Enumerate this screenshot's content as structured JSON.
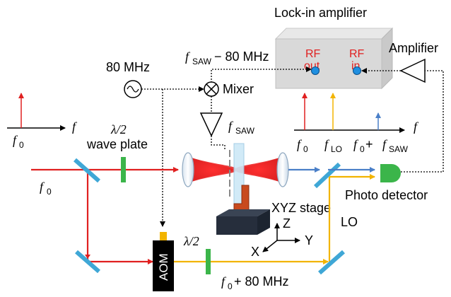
{
  "labels": {
    "lockin": "Lock-in amplifier",
    "rf_out_1": "RF",
    "rf_out_2": "out",
    "rf_in_1": "RF",
    "rf_in_2": "in",
    "amplifier": "Amplifier",
    "mixer": "Mixer",
    "osc_freq": "80 MHz",
    "mix_out_f": "f",
    "mix_out_sub": "SAW",
    "mix_out_rest": " − 80 MHz",
    "saw_f": "f",
    "saw_sub": "SAW",
    "spec1_axis": "f",
    "spec1_f0": "f",
    "spec1_f0_sub": "0",
    "halfwave_top": "λ/2",
    "waveplate": "wave plate",
    "beam_f0": "f",
    "beam_f0_sub": "0",
    "spec2_axis": "f",
    "spec2_f0": "f",
    "spec2_f0_sub": "0",
    "spec2_flo": "f",
    "spec2_flo_sub": "LO",
    "spec2_sum_f": "f",
    "spec2_sum_sub0": "0",
    "spec2_sum_plus": " + ",
    "spec2_sum_f2": "f",
    "spec2_sum_sub2": "SAW",
    "photodetector": "Photo detector",
    "xyz_stage": "XYZ stage",
    "axis_z": "Z",
    "axis_y": "Y",
    "axis_x": "X",
    "lo": "LO",
    "aom": "AOM",
    "halfwave_bottom": "λ/2",
    "bottom_freq_f": "f",
    "bottom_freq_sub": "0",
    "bottom_freq_rest": " + 80 MHz"
  },
  "colors": {
    "red_beam": "#e02020",
    "blue_beam": "#4a7fc8",
    "lo_beam": "#f2b400",
    "mirror": "#3fa7d6",
    "waveplate": "#3bb54a",
    "detector": "#3bb54a",
    "rf_port": "#1f8fe0"
  }
}
